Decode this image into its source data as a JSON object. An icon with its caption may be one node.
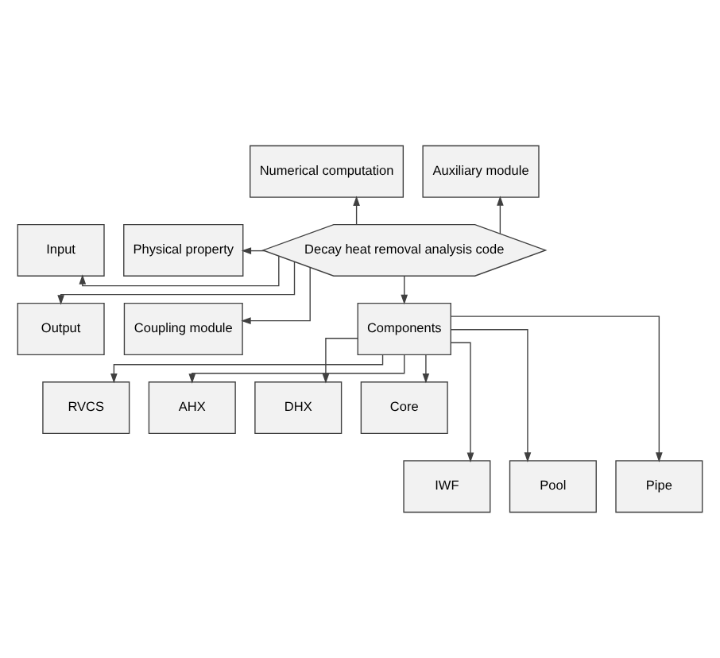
{
  "diagram": {
    "nodes": [
      {
        "text": [
          "Numerical computation"
        ]
      },
      {
        "text": [
          "Auxiliary module"
        ]
      },
      {
        "text": [
          "Input"
        ]
      },
      {
        "text": [
          "Physical property"
        ]
      },
      {
        "text": [
          "Decay heat removal analysis code"
        ]
      },
      {
        "text": [
          "Output"
        ]
      },
      {
        "text": [
          "Coupling module"
        ]
      },
      {
        "text": [
          "Components"
        ]
      },
      {
        "text": [
          "RVCS"
        ]
      },
      {
        "text": [
          "AHX"
        ]
      },
      {
        "text": [
          "DHX"
        ]
      },
      {
        "text": [
          "Core"
        ]
      },
      {
        "text": [
          "IWF"
        ]
      },
      {
        "text": [
          "Pool"
        ]
      },
      {
        "text": [
          "Pipe"
        ]
      }
    ],
    "edges": [
      {
        "from": 4,
        "to": 0,
        "arrow": "to"
      },
      {
        "from": 4,
        "to": 1,
        "arrow": "to"
      },
      {
        "from": 4,
        "to": 2,
        "arrow": "to"
      },
      {
        "from": 4,
        "to": 5,
        "arrow": "to"
      },
      {
        "from": 4,
        "to": 3,
        "arrow": "to"
      },
      {
        "from": 4,
        "to": 6,
        "arrow": "to"
      },
      {
        "from": 4,
        "to": 7,
        "arrow": "to"
      },
      {
        "from": 7,
        "to": 8,
        "arrow": "to"
      },
      {
        "from": 7,
        "to": 12,
        "arrow": "to"
      },
      {
        "from": 7,
        "to": 9,
        "arrow": "to"
      },
      {
        "from": 7,
        "to": 13,
        "arrow": "to"
      },
      {
        "from": 7,
        "to": 10,
        "arrow": "to"
      },
      {
        "from": 7,
        "to": 14,
        "arrow": "to"
      },
      {
        "from": 7,
        "to": 11,
        "arrow": "to"
      }
    ]
  }
}
